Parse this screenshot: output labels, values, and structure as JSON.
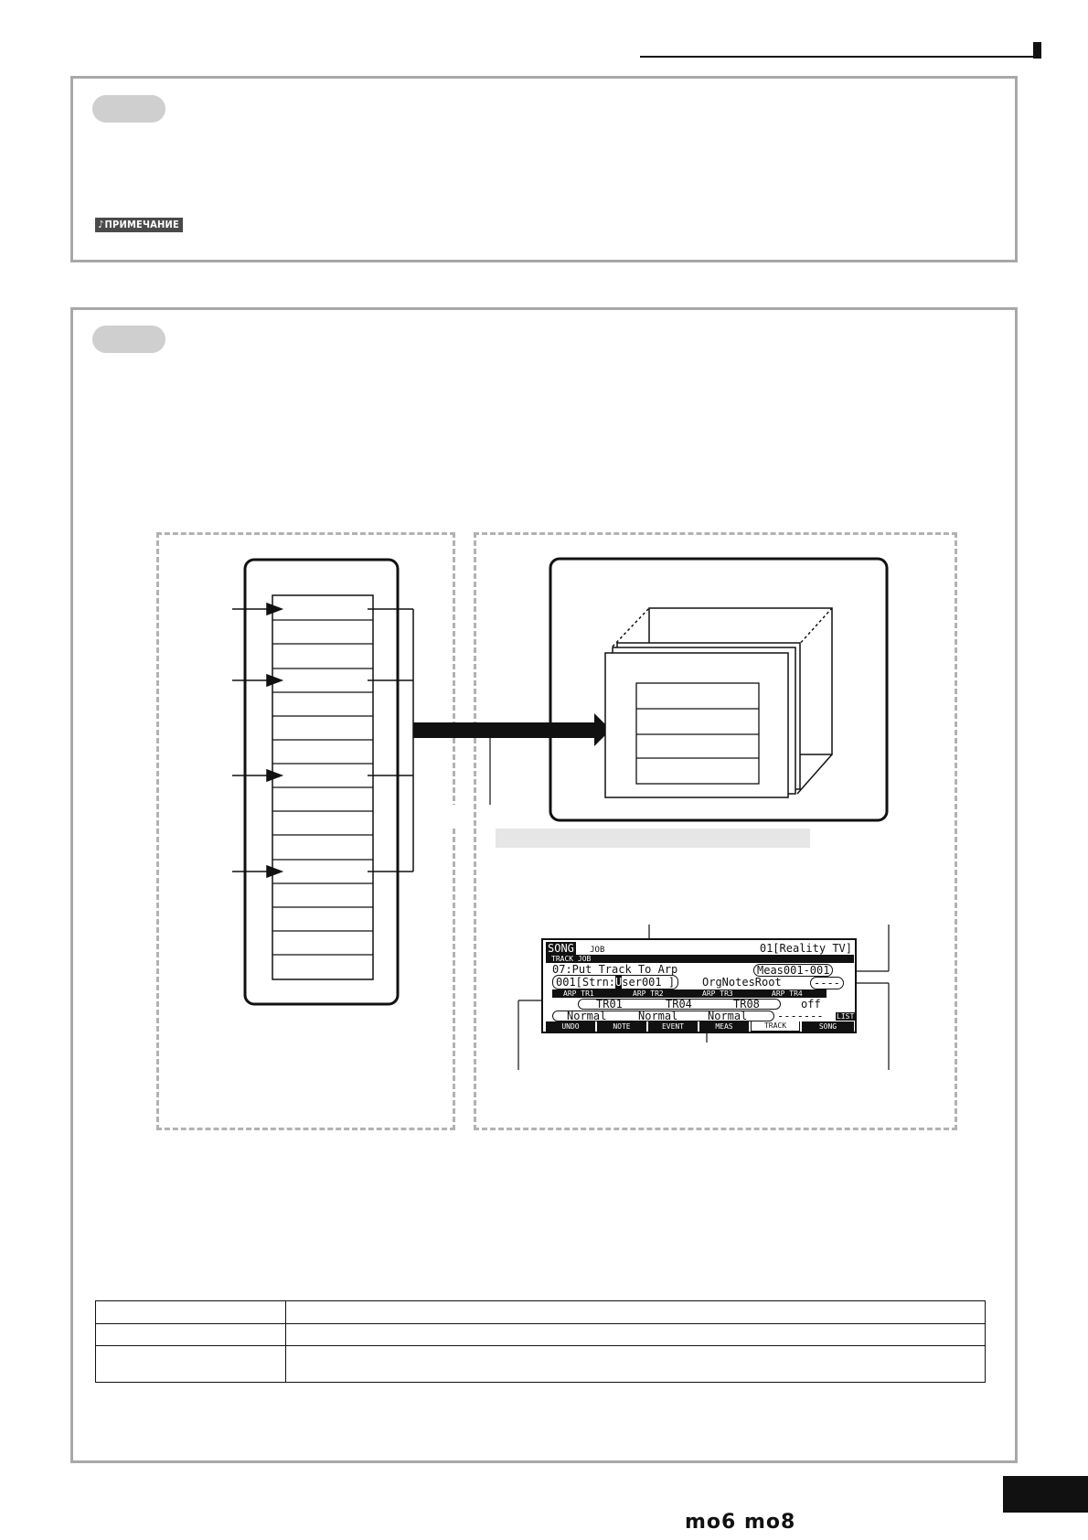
{
  "header": {
    "has_rule": true
  },
  "note_badge": {
    "icon": "music-note-icon",
    "glyph": "♪",
    "label": "ПРИМЕЧАНИЕ"
  },
  "lcd": {
    "row1": {
      "mode": "SONG",
      "tab": "JOB",
      "song": "01[Reality TV]"
    },
    "row2": {
      "label": "TRACK JOB"
    },
    "row3": {
      "job": "07:Put Track To Arp",
      "range": "Meas001-001"
    },
    "row4": {
      "arp": "001[Strn:",
      "cursor": "U",
      "arp_rest": "ser001 ]",
      "org_label": "OrgNotesRoot",
      "org_value": "----"
    },
    "row5": {
      "h1": "ARP TR1",
      "h2": "ARP TR2",
      "h3": "ARP TR3",
      "h4": "ARP TR4"
    },
    "row6": {
      "t1": "TR01",
      "t2": "TR04",
      "t3": "TR08",
      "t4": "off"
    },
    "row7": {
      "m1": "Normal",
      "m2": "Normal",
      "m3": "Normal",
      "m4": "-------",
      "list": "LIST"
    },
    "tabs": [
      "UNDO",
      "NOTE",
      "EVENT",
      "MEAS",
      "TRACK",
      "SONG"
    ]
  },
  "footer": {
    "logo": "mo6 mo8"
  }
}
